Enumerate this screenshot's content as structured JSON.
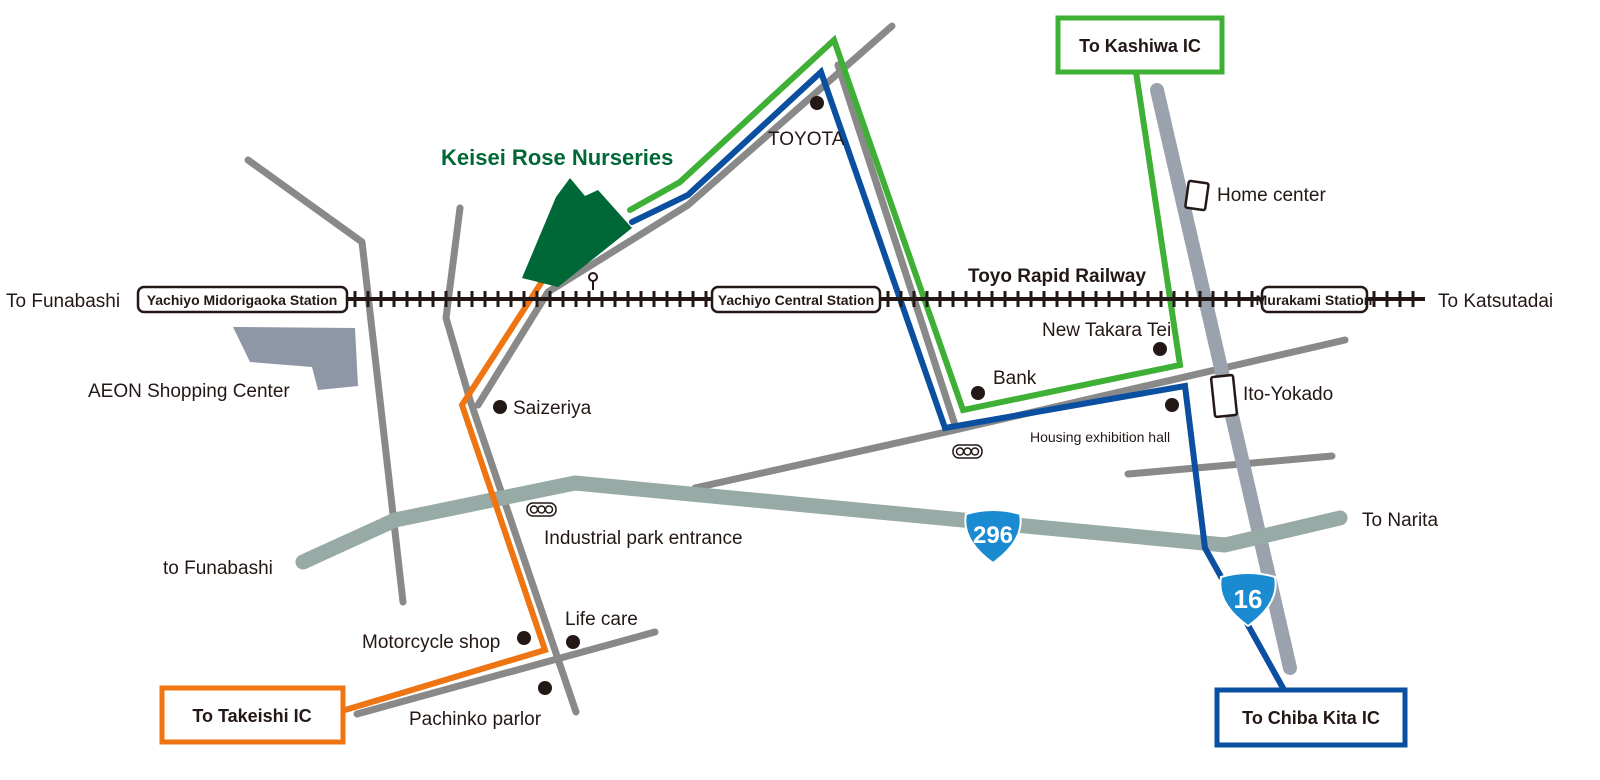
{
  "title": "Keisei Rose Nurseries",
  "railway": {
    "name": "Toyo Rapid Railway",
    "stations": [
      "Yachiyo Midorigaoka Station",
      "Yachiyo Central Station",
      "Murakami Station"
    ]
  },
  "directions": {
    "west_rail": "To Funabashi",
    "east_rail": "To Katsutadai",
    "west_296": "to Funabashi",
    "east_296": "To Narita"
  },
  "exits": {
    "kashiwa": "To Kashiwa IC",
    "takeishi": "To Takeishi IC",
    "chiba_kita": "To Chiba Kita IC"
  },
  "landmarks": {
    "toyota": "TOYOTA",
    "home_center": "Home center",
    "new_takara": "New Takara Tei",
    "bank": "Bank",
    "ito_yokado": "Ito-Yokado",
    "housing": "Housing exhibition hall",
    "aeon": "AEON Shopping Center",
    "saizeriya": "Saizeriya",
    "industrial": "Industrial park entrance",
    "life_care": "Life care",
    "motorcycle": "Motorcycle shop",
    "pachinko": "Pachinko parlor"
  },
  "routes": {
    "r296": "296",
    "r16": "16"
  },
  "colors": {
    "green_route": "#3db035",
    "blue_route": "#0a4fa0",
    "orange_route": "#ef7512",
    "nursery": "#006837",
    "road": "#898989",
    "route_shield": "#1a8bd0"
  }
}
